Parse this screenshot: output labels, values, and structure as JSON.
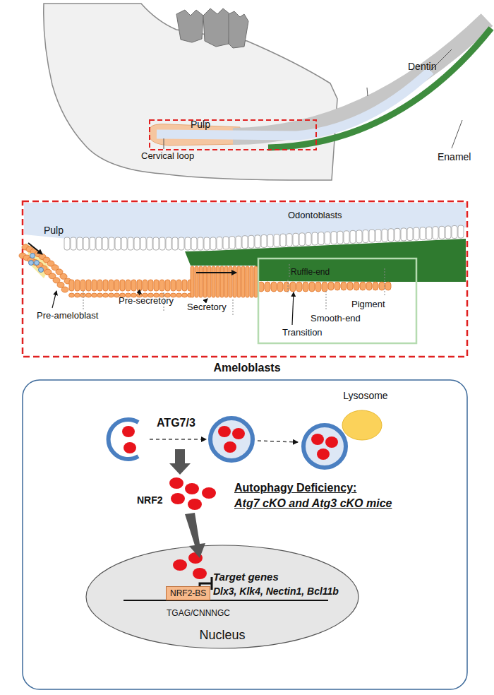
{
  "diagram": {
    "nodes": [
      {
        "text": [
          "Nucleus"
        ]
      },
      {
        "text": [
          "NRF2-BS"
        ],
        "in": 0
      },
      {
        "text": [
          "Lysosome"
        ]
      }
    ],
    "labels": [
      "Dentin",
      "Enamel",
      "Pulp",
      "Cervical loop",
      "Pulp",
      "Odontoblasts",
      "Ruffle-end",
      "Pre-ameloblast",
      "Pre-secretory",
      "Secretory",
      "Transition",
      "Smooth-end",
      "Pigment",
      "Ameloblasts",
      "ATG7/3",
      "NRF2",
      "Autophagy Deficiency:",
      "Atg7 cKO and Atg3 cKO mice",
      "Target genes",
      "Dlx3, Klk4, Nectin1, Bcl11b",
      "TGAG/CNNNGC"
    ]
  }
}
